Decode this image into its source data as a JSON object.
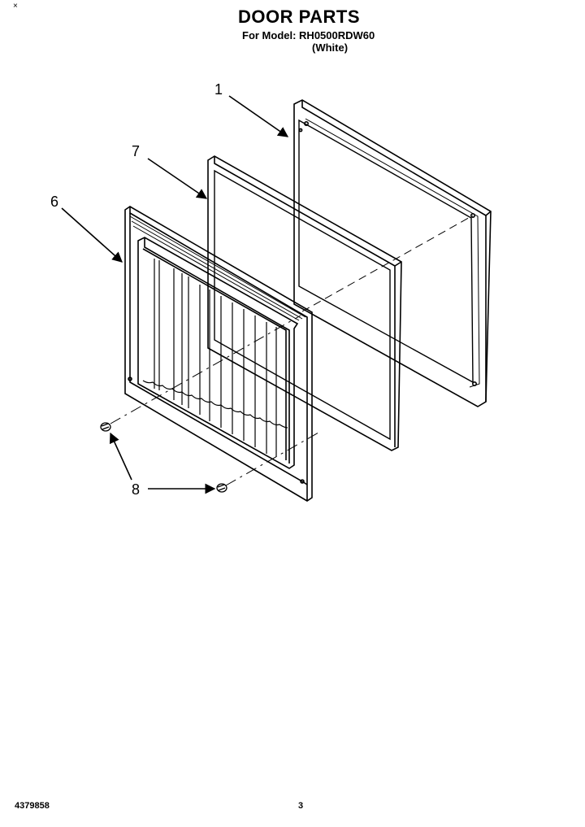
{
  "header": {
    "corner_mark": "×",
    "title": "DOOR PARTS",
    "model_line": "For Model: RH0500RDW60",
    "color_line": "(White)"
  },
  "callouts": {
    "part_1": "1",
    "part_7": "7",
    "part_6": "6",
    "part_8": "8"
  },
  "footer": {
    "doc_number": "4379858",
    "page_number": "3"
  }
}
